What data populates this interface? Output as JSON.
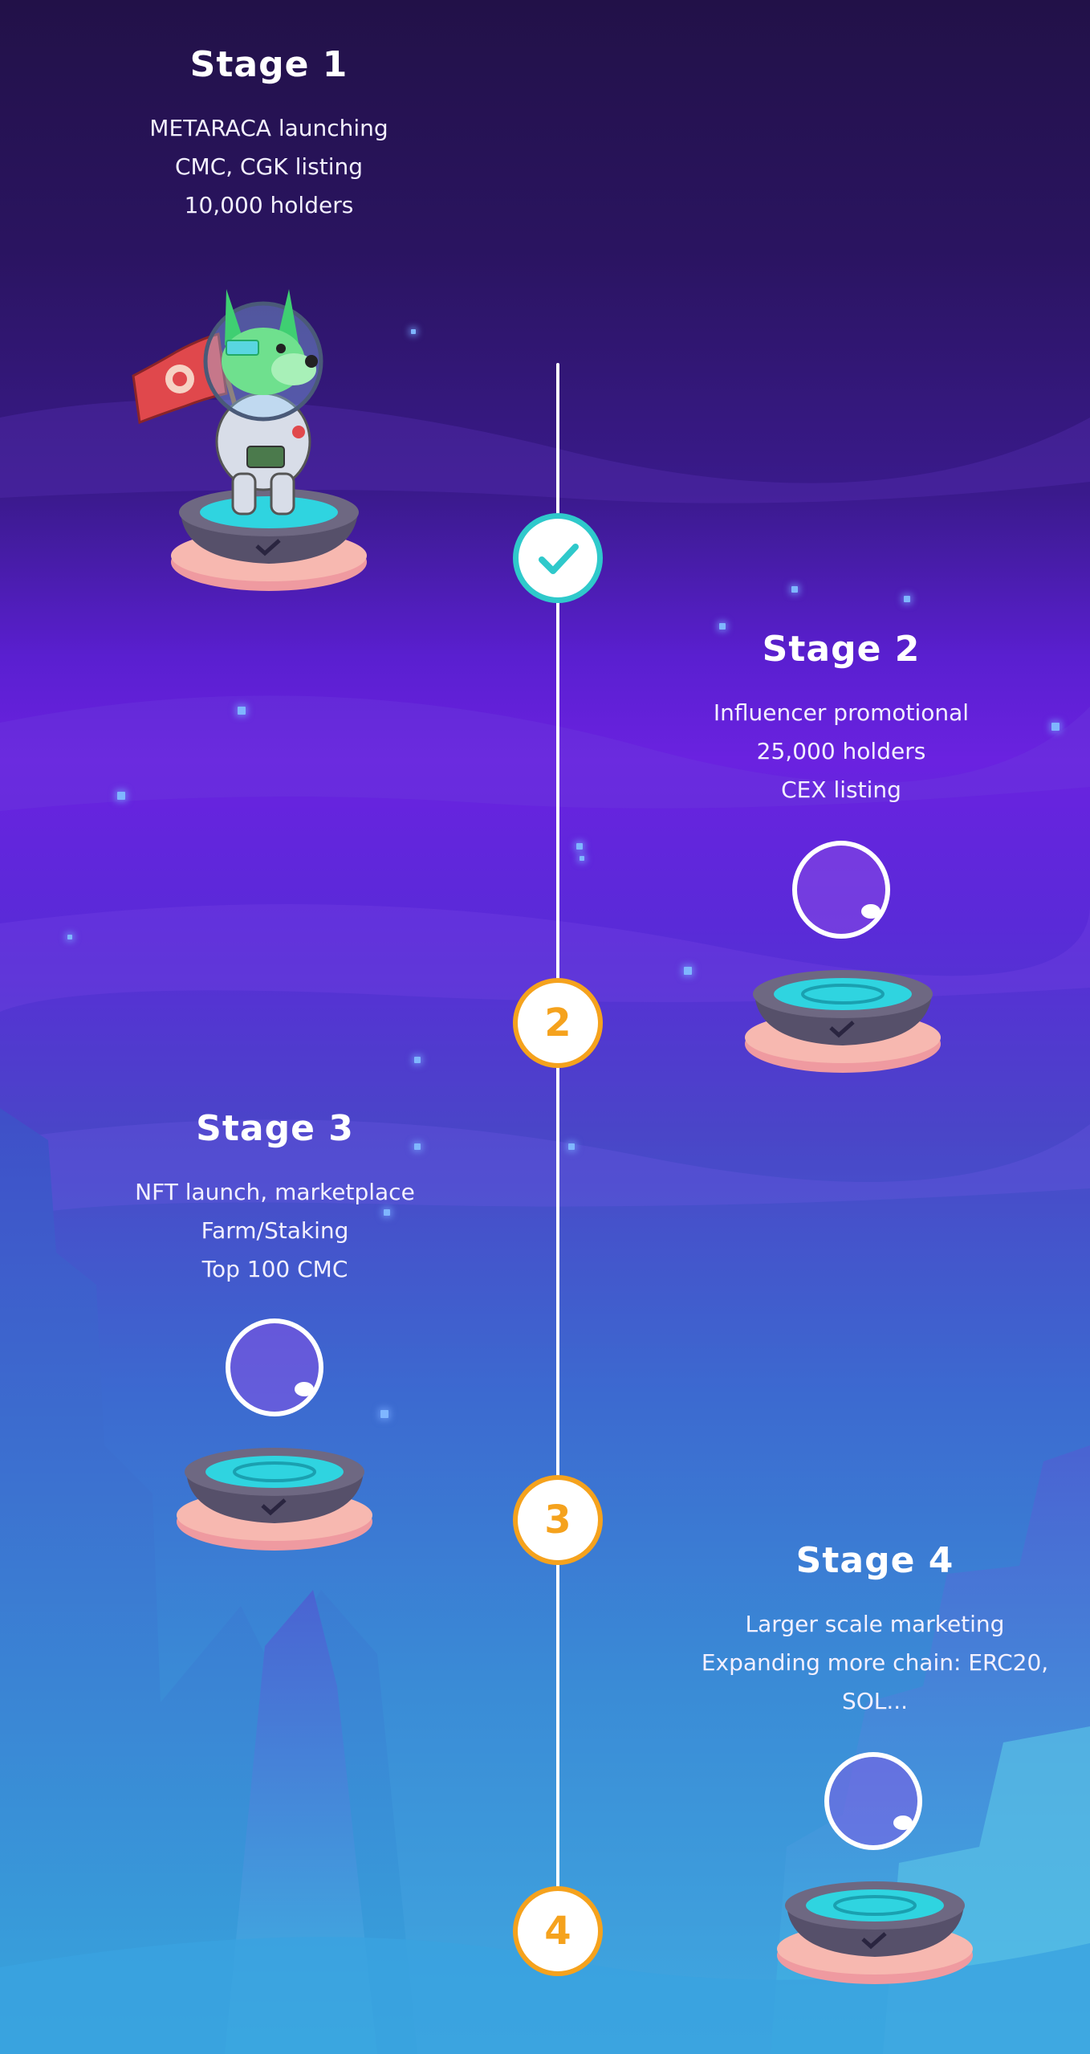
{
  "timeline": {
    "stages": [
      {
        "title": "Stage 1",
        "lines": [
          "METARACA launching",
          "CMC, CGK listing",
          "10,000 holders"
        ],
        "status": "completed"
      },
      {
        "title": "Stage 2",
        "lines": [
          "Influencer promotional",
          "25,000 holders",
          "CEX listing"
        ],
        "marker": "2"
      },
      {
        "title": "Stage 3",
        "lines": [
          "NFT launch, marketplace",
          "Farm/Staking",
          "Top 100 CMC"
        ],
        "marker": "3"
      },
      {
        "title": "Stage 4",
        "lines": [
          "Larger scale marketing",
          "Expanding more chain: ERC20,",
          "SOL..."
        ],
        "marker": "4"
      }
    ]
  },
  "icons": {
    "completed_marker": "check-icon",
    "mascot": "astronaut-corgi-mascot",
    "pedestal": "pedestal-platform",
    "bubble": "empty-bubble"
  },
  "colors": {
    "accent_orange": "#f5a21d",
    "accent_teal": "#2fc9cb",
    "line": "#ffffff"
  }
}
